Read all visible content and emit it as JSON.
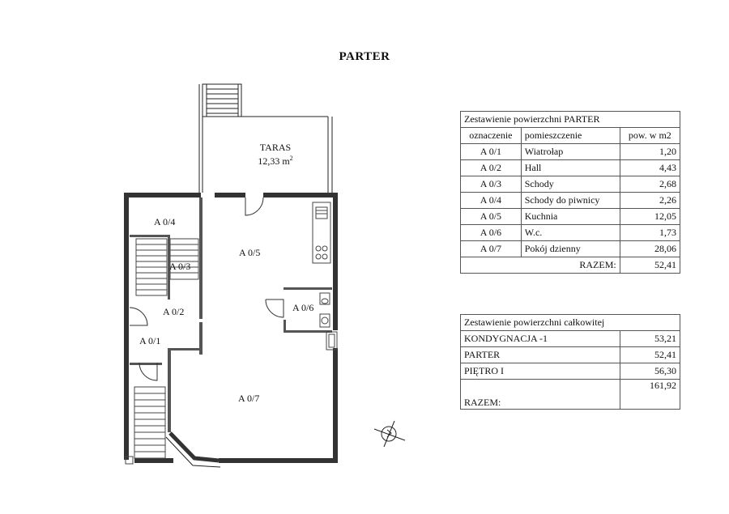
{
  "title": "PARTER",
  "plan": {
    "terrace": {
      "name": "TARAS",
      "area": "12,33 m",
      "unit_sup": "2"
    },
    "rooms": [
      {
        "id": "A 0/1"
      },
      {
        "id": "A 0/2"
      },
      {
        "id": "A 0/3"
      },
      {
        "id": "A 0/4"
      },
      {
        "id": "A 0/5"
      },
      {
        "id": "A 0/6"
      },
      {
        "id": "A 0/7"
      }
    ]
  },
  "table_parter": {
    "caption": "Zestawienie powierzchni PARTER",
    "headers": [
      "oznaczenie",
      "pomieszczenie",
      "pow. w m2"
    ],
    "rows": [
      {
        "id": "A 0/1",
        "name": "Wiatrołap",
        "area": "1,20"
      },
      {
        "id": "A 0/2",
        "name": "Hall",
        "area": "4,43"
      },
      {
        "id": "A 0/3",
        "name": "Schody",
        "area": "2,68"
      },
      {
        "id": "A 0/4",
        "name": "Schody do piwnicy",
        "area": "2,26"
      },
      {
        "id": "A 0/5",
        "name": "Kuchnia",
        "area": "12,05"
      },
      {
        "id": "A 0/6",
        "name": "W.c.",
        "area": "1,73"
      },
      {
        "id": "A 0/7",
        "name": "Pokój dzienny",
        "area": "28,06"
      }
    ],
    "total_label": "RAZEM:",
    "total": "52,41"
  },
  "table_total": {
    "caption": "Zestawienie powierzchni całkowitej",
    "rows": [
      {
        "name": "KONDYGNACJA -1",
        "area": "53,21"
      },
      {
        "name": "PARTER",
        "area": "52,41"
      },
      {
        "name": "PIĘTRO I",
        "area": "56,30"
      }
    ],
    "total_label": "RAZEM:",
    "total": "161,92"
  }
}
